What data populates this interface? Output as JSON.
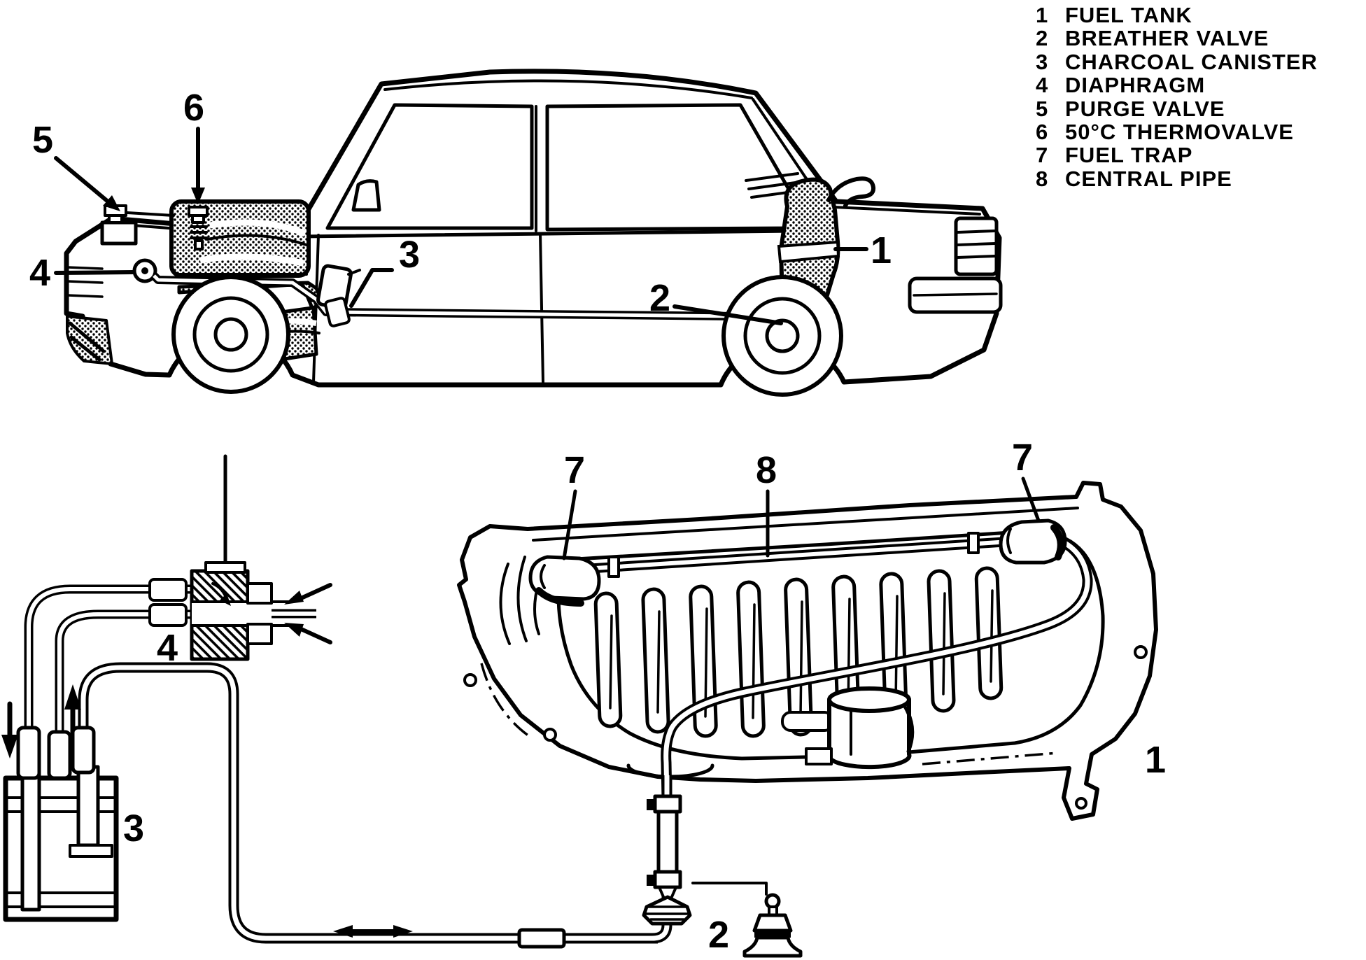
{
  "figure": {
    "background_color": "#ffffff",
    "ink_color": "#000000"
  },
  "legend": {
    "items": [
      {
        "num": "1",
        "label": "FUEL TANK"
      },
      {
        "num": "2",
        "label": "BREATHER VALVE"
      },
      {
        "num": "3",
        "label": "CHARCOAL CANISTER"
      },
      {
        "num": "4",
        "label": "DIAPHRAGM"
      },
      {
        "num": "5",
        "label": "PURGE VALVE"
      },
      {
        "num": "6",
        "label": "50°C THERMOVALVE"
      },
      {
        "num": "7",
        "label": "FUEL TRAP"
      },
      {
        "num": "8",
        "label": "CENTRAL PIPE"
      }
    ]
  },
  "callouts": {
    "car": {
      "purge_valve": "5",
      "thermovalve": "6",
      "diaphragm": "4",
      "charcoal_canister": "3",
      "breather_valve": "2",
      "fuel_tank": "1"
    },
    "tank_detail": {
      "fuel_trap_left": "7",
      "central_pipe": "8",
      "fuel_trap_right": "7",
      "fuel_tank": "1"
    },
    "assembly": {
      "diaphragm": "4",
      "charcoal_canister": "3",
      "breather_valve": "2"
    }
  }
}
